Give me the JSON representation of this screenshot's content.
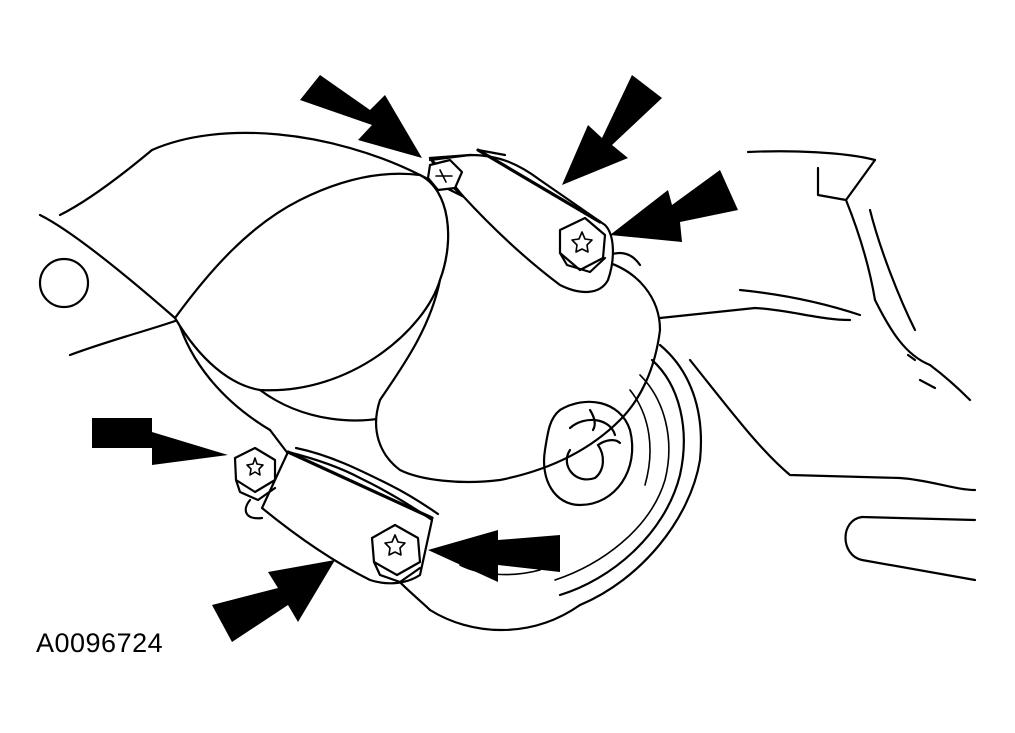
{
  "figure": {
    "reference_code": "A0096724",
    "line_color": "#000000",
    "background_color": "#ffffff"
  },
  "callouts": [
    {
      "id": "arrow-1",
      "icon": "arrow-icon",
      "target": "rear-bolt-top-bracket"
    },
    {
      "id": "arrow-2",
      "icon": "arrow-icon",
      "target": "top-bracket"
    },
    {
      "id": "arrow-3",
      "icon": "arrow-icon",
      "target": "front-bolt-top-bracket"
    },
    {
      "id": "arrow-4",
      "icon": "arrow-icon",
      "target": "left-bolt-lower-bracket"
    },
    {
      "id": "arrow-5",
      "icon": "arrow-icon",
      "target": "right-bolt-lower-bracket"
    },
    {
      "id": "arrow-6",
      "icon": "arrow-icon",
      "target": "lower-bracket"
    }
  ]
}
